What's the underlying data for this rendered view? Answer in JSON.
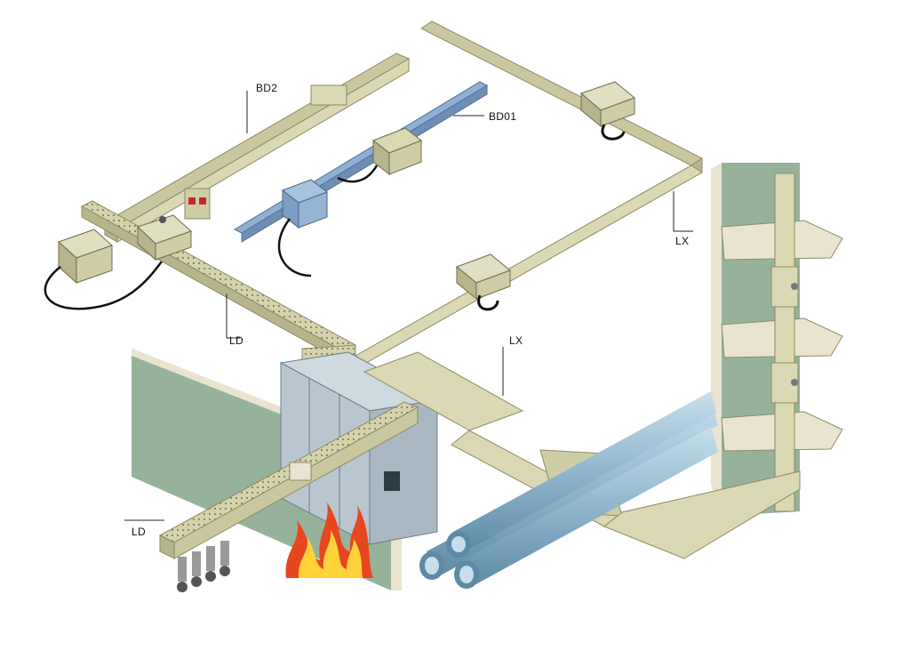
{
  "labels": {
    "bd2": "BD2",
    "bd01": "BD01",
    "lx_top": "LX",
    "lx_mid": "LX",
    "ld_mid": "LD",
    "ld_bottom": "LD"
  },
  "colors": {
    "trunking": "#dad9b4",
    "trunking_dark": "#b7b58c",
    "trunking_edge": "#8d8a62",
    "wall": "#97b29b",
    "wall_dark": "#7f9c84",
    "concrete": "#e9e4cf",
    "switchboard": "#b9c6cf",
    "pipe": "#9fc3d8",
    "flame_outer": "#e8461e",
    "flame_inner": "#ffd23a",
    "bd01_rail": "#8fb0d6"
  },
  "icons": [
    "junction-box-icon",
    "flame-icon",
    "cable-icon",
    "tap-off-box-icon"
  ]
}
